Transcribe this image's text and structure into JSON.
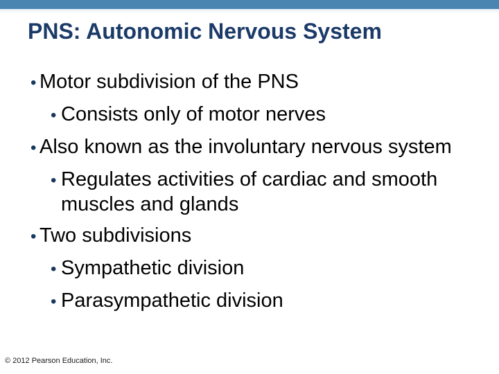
{
  "slide": {
    "title": "PNS: Autonomic Nervous System",
    "bullets": [
      {
        "level": 1,
        "text": "Motor subdivision of the PNS"
      },
      {
        "level": 2,
        "text": "Consists only of motor nerves"
      },
      {
        "level": 1,
        "text": "Also known as the involuntary nervous system"
      },
      {
        "level": 2,
        "text": "Regulates activities of cardiac and smooth muscles and glands"
      },
      {
        "level": 1,
        "text": "Two subdivisions"
      },
      {
        "level": 2,
        "text": "Sympathetic division"
      },
      {
        "level": 2,
        "text": "Parasympathetic division"
      }
    ],
    "footer": "© 2012 Pearson Education, Inc."
  },
  "colors": {
    "top_bar": "#4A85B2",
    "title": "#1B3A68",
    "bullet_dot": "#17375E",
    "body_text": "#000000"
  }
}
